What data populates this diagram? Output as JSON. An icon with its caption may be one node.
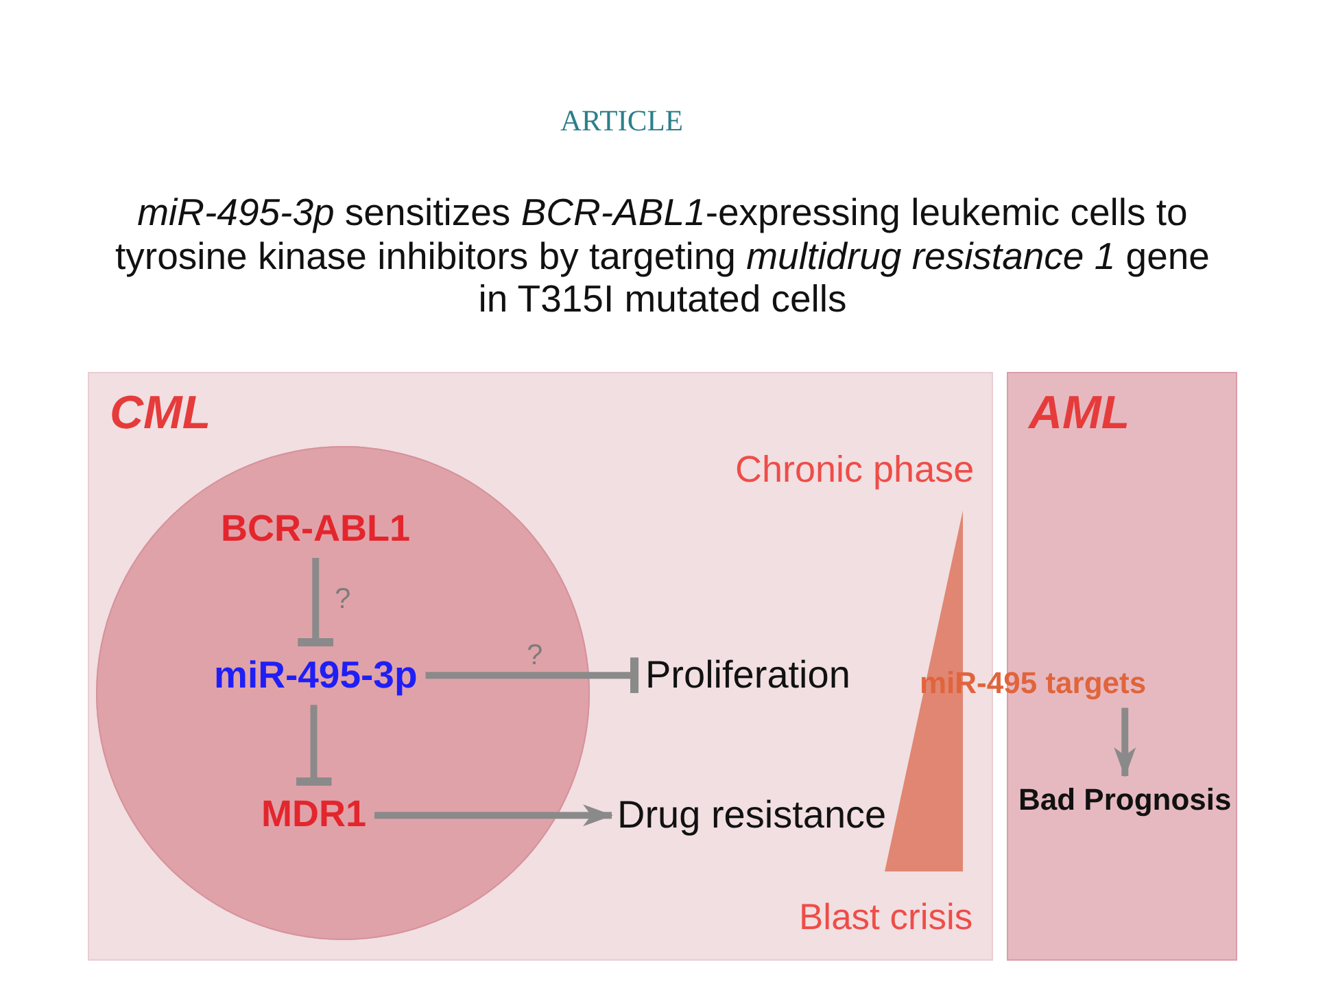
{
  "diagram": {
    "title": "*miR-495-3p* sensitizes *BCR-ABL1*-expressing leukemic cells to tyrosine kinase inhibitors by targeting *multidrug resistance 1* gene in T315I mutated cells",
    "nodes": [
      {
        "text": [
          "CML"
        ]
      },
      {
        "text": [
          "AML"
        ]
      },
      {
        "text": [],
        "shape": "circle",
        "in": 0
      },
      {
        "text": [
          "BCR-ABL1"
        ],
        "in": 2
      },
      {
        "text": [
          "miR-495-3p"
        ],
        "in": 2
      },
      {
        "text": [
          "MDR1"
        ],
        "in": 2
      },
      {
        "text": [
          "Proliferation"
        ],
        "in": 0
      },
      {
        "text": [
          "Drug resistance"
        ],
        "in": 0
      },
      {
        "text": [],
        "shape": "triangle",
        "in": 0,
        "beside": [
          "Chronic phase",
          "Blast crisis"
        ]
      },
      {
        "text": [
          "miR-495 targets"
        ]
      },
      {
        "text": [
          "Bad Prognosis"
        ],
        "in": 1
      }
    ],
    "edges": [
      {
        "from": 3,
        "to": 4,
        "arrow": "other",
        "label": "?"
      },
      {
        "from": 4,
        "to": 5,
        "arrow": "other"
      },
      {
        "from": 4,
        "to": 6,
        "arrow": "other",
        "label": "?"
      },
      {
        "from": 5,
        "to": 7,
        "arrow": "to"
      },
      {
        "from": 9,
        "to": 10,
        "arrow": "to"
      }
    ],
    "labels": [
      "ARTICLE"
    ]
  }
}
